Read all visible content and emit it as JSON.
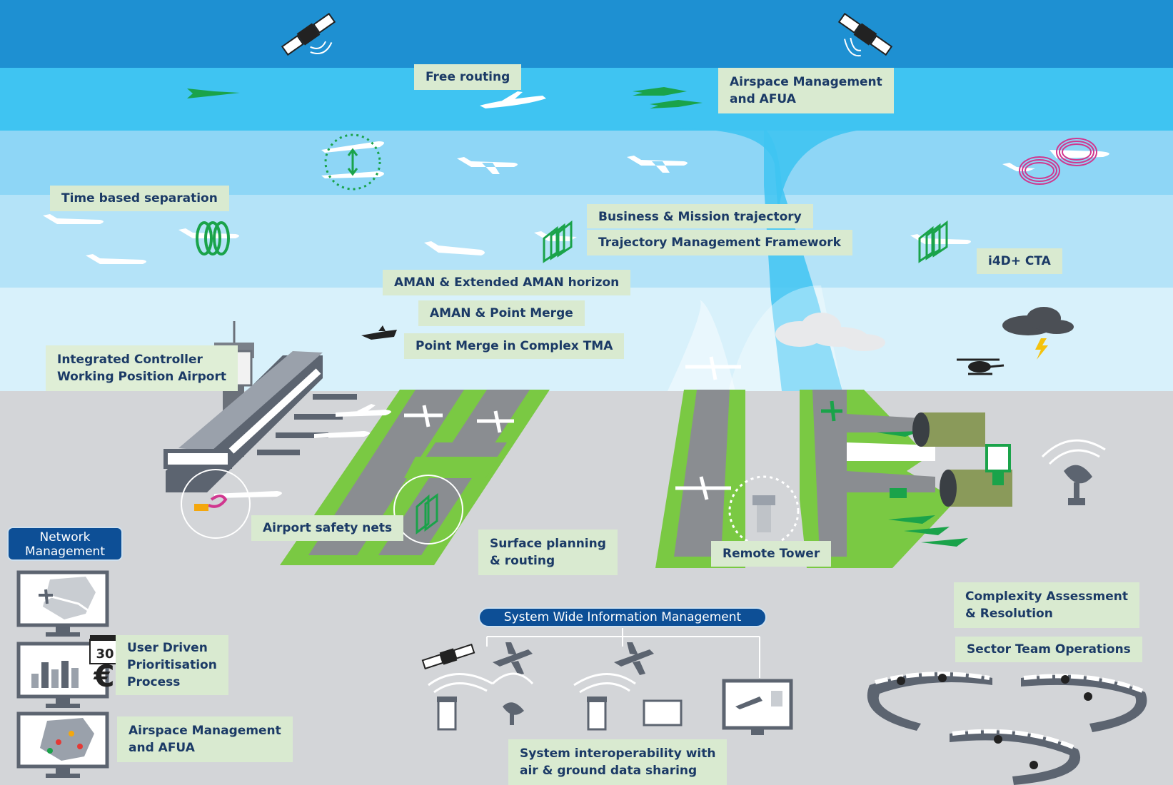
{
  "labels": {
    "free_routing": "Free routing",
    "airspace_mgmt_top": [
      "Airspace Management",
      "and AFUA"
    ],
    "time_based_separation": "Time based separation",
    "business_mission": "Business & Mission trajectory",
    "trajectory_framework": "Trajectory Management Framework",
    "i4d_cta": "i4D+ CTA",
    "aman_extended": "AMAN & Extended AMAN horizon",
    "aman_point_merge": "AMAN & Point Merge",
    "point_merge_tma": "Point Merge in Complex TMA",
    "integrated_controller": [
      "Integrated Controller",
      "Working Position Airport"
    ],
    "airport_safety_nets": "Airport safety nets",
    "surface_planning": [
      "Surface planning",
      "& routing"
    ],
    "remote_tower": "Remote Tower",
    "network_management": [
      "Network",
      "Management"
    ],
    "user_driven": [
      "User Driven",
      "Prioritisation",
      "Process"
    ],
    "calendar_day": "30",
    "euro_symbol": "€",
    "airspace_mgmt_bottom": [
      "Airspace Management",
      "and AFUA"
    ],
    "swim": "System Wide Information Management",
    "system_interoperability": [
      "System interoperability with",
      "air & ground data sharing"
    ],
    "complexity_assessment": [
      "Complexity Assessment",
      "& Resolution"
    ],
    "sector_team": "Sector Team Operations"
  },
  "colors": {
    "sky_top": "#1e90d2",
    "sky_band_1": "#3fc4f2",
    "sky_band_2": "#8ed6f6",
    "sky_band_3": "#b4e3f8",
    "sky_band_4": "#d8f1fb",
    "ground": "#d3d5d8",
    "runway_green": "#7ac943",
    "runway_grey": "#8a8d91",
    "brand_green": "#1aa34a",
    "label_bg": "#d9ead0",
    "label_text": "#1b3a66",
    "pill_blue": "#0d4f96"
  }
}
